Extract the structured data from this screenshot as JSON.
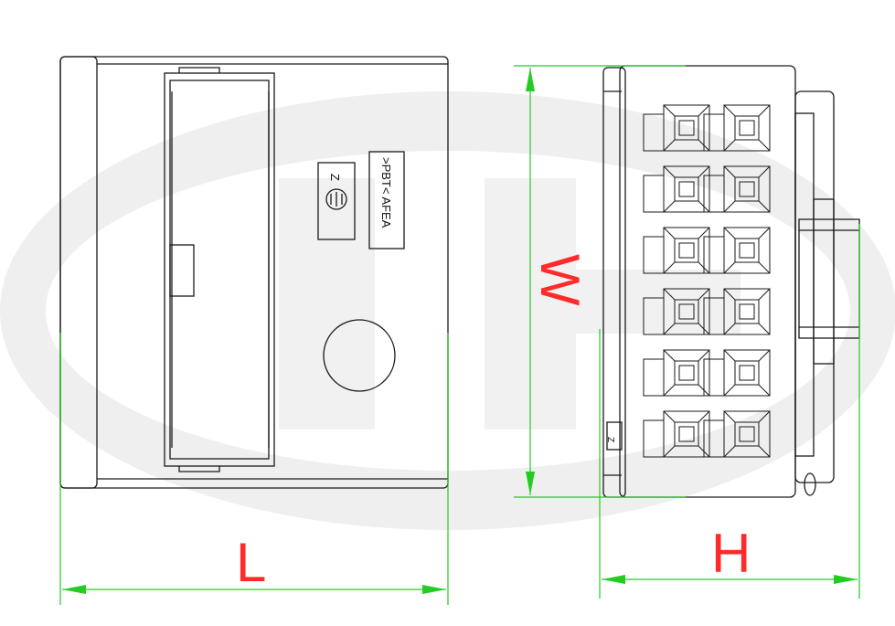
{
  "drawing": {
    "dimension_labels": {
      "length": "L",
      "width": "W",
      "height": "H"
    },
    "markings": {
      "orientation_mark": "Z",
      "material_text": ">PBT< AFEA"
    },
    "colors": {
      "line": "#1a1a1a",
      "dimension_line": "#22cc22",
      "dimension_text": "#ff2a2a",
      "watermark": "#eeeeee"
    },
    "terminal_grid": {
      "rows": 6,
      "columns": 2
    }
  }
}
